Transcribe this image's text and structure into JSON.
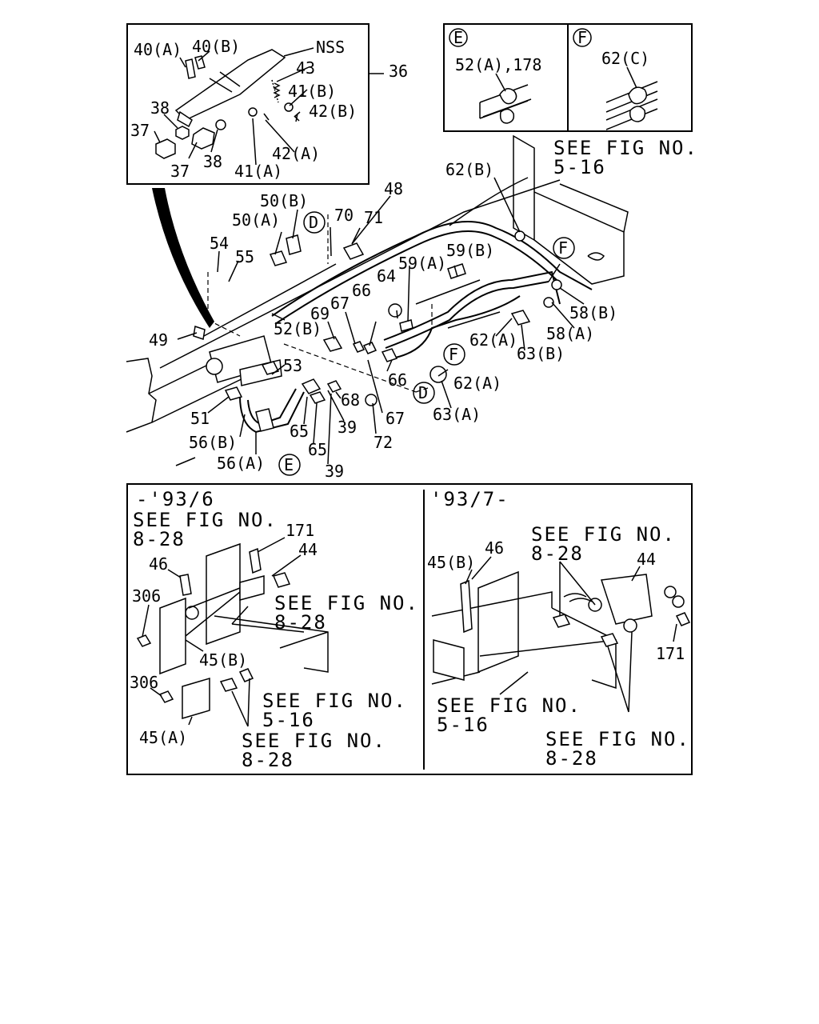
{
  "labels": {
    "l40a": "40(A)",
    "l40b": "40(B)",
    "lnss": "NSS",
    "l43": "43",
    "l36": "36",
    "l41b": "41(B)",
    "l38a": "38",
    "l42b": "42(B)",
    "l37a": "37",
    "l42a": "42(A)",
    "l37b": "37",
    "l38b": "38",
    "l41a": "41(A)",
    "l52a178": "52(A),178",
    "l62c": "62(C)",
    "seefig516": "SEE FIG NO.",
    "seefig516n": "5-16",
    "l62b": "62(B)",
    "l48": "48",
    "l50b": "50(B)",
    "l50a": "50(A)",
    "l70": "70",
    "l71": "71",
    "l54": "54",
    "l55": "55",
    "l59a": "59(A)",
    "l59b": "59(B)",
    "l64": "64",
    "l66a": "66",
    "l67a": "67",
    "l69": "69",
    "l52b": "52(B)",
    "l49": "49",
    "l58b": "58(B)",
    "l58a": "58(A)",
    "l62a1": "62(A)",
    "l63b": "63(B)",
    "l53": "53",
    "l66b": "66",
    "l62a2": "62(A)",
    "l68": "68",
    "l67b": "67",
    "l63a": "63(A)",
    "l51": "51",
    "l39a": "39",
    "l65a": "65",
    "l56b": "56(B)",
    "l72": "72",
    "l65b": "65",
    "l56a": "56(A)",
    "l39b": "39",
    "left_date": "-'93/6",
    "right_date": "'93/7-",
    "p1": "SEE FIG NO.",
    "p1n": "8-28",
    "p171a": "171",
    "p44a": "44",
    "p46a": "46",
    "p306a": "306",
    "p2": "SEE FIG NO.",
    "p2n": "8-28",
    "p45b_a": "45(B)",
    "p306b": "306",
    "p3": "SEE FIG NO.",
    "p3n": "5-16",
    "p45a": "45(A)",
    "p4": "SEE FIG NO.",
    "p4n": "8-28",
    "q1": "SEE FIG NO.",
    "q1n": "8-28",
    "q45b": "45(B)",
    "q46": "46",
    "q44": "44",
    "q171": "171",
    "q2": "SEE FIG NO.",
    "q2n": "5-16",
    "q3": "SEE FIG NO.",
    "q3n": "8-28"
  },
  "callouts": {
    "D": "D",
    "E": "E",
    "F": "F"
  }
}
